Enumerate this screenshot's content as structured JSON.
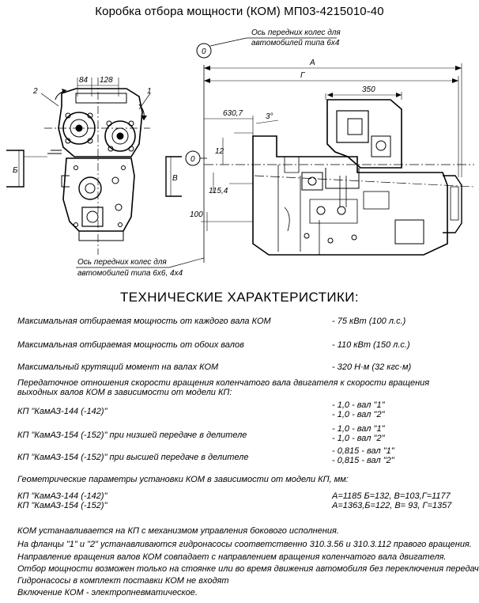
{
  "title": "Коробка отбора мощности (КОМ) МП03-4215010-40",
  "drawing": {
    "label_top": "Ось передних колес для",
    "label_top2": "автомобилей типа 6х4",
    "label_bottom": "Ось передних колес для",
    "label_bottom2": "автомобилей типа 6х6, 4х4",
    "dims": {
      "d84": "84",
      "d128": "128",
      "d2": "2",
      "d1": "1",
      "dB": "Б",
      "dV": "В",
      "dA": "А",
      "dG": "Г",
      "d350": "350",
      "d630": "630,7",
      "d3": "3°",
      "d12": "12",
      "d115": "115,4",
      "d100": "100",
      "d0a": "0",
      "d0b": "0"
    }
  },
  "heading": "ТЕХНИЧЕСКИЕ ХАРАКТЕРИСТИКИ:",
  "specs": {
    "s1_label": "Максимальная отбираемая мощность от каждого вала КОМ",
    "s1_value": "-  75 кВт (100 л.с.)",
    "s2_label": "Максимальная отбираемая мощность от обоих валов",
    "s2_value": "- 110 кВт (150 л.с.)",
    "s3_label": "Максимальный крутящий момент на валах КОМ",
    "s3_value": "- 320 Н·м (32 кгс·м)",
    "ratio_line1": "Передаточное отношения скорости вращения колен­чатого вала двигателя к скорости вращения",
    "ratio_line2": "выходных валов КОМ в зависимости от модели КП:",
    "kp1_label": "КП \"КамАЗ-144 (-142)\"",
    "kp1_v1": "- 1,0    - вал \"1\"",
    "kp1_v2": "- 1,0    - вал \"2\"",
    "kp2_label": "КП \"КамАЗ-154 (-152)\" при низшей передаче в делителе",
    "kp2_v1": "- 1,0    - вал \"1\"",
    "kp2_v2": "- 1,0    - вал \"2\"",
    "kp3_label": "КП \"КамАЗ-154 (-152)\" при  высшей передаче в делителе",
    "kp3_v1": "- 0,815 - вал \"1\"",
    "kp3_v2": "- 0,815 - вал \"2\"",
    "geo_label": "Геометрические параметры установки КОМ в зависимости от модели КП, мм:",
    "geo1_label": "КП \"КамАЗ-144 (-142)\"",
    "geo1_value": "А=1185 Б=132, В=103,Г=1177",
    "geo2_label": "КП \"КамАЗ-154 (-152)\"",
    "geo2_value": "А=1363,Б=122, В= 93, Г=1357"
  },
  "notes": {
    "n1": "КОМ устанавливается на КП  с механизмом управления бокового исполнения.",
    "n2": "На фланцы \"1\" и \"2\" устанавливаются гидронасосы соответственно 310.3.56 и 310.3.112 правого вращения.",
    "n3": "Направление вращения валов  КОМ совпадает с направлением вращения коленчатого вала двигателя.",
    "n4": "Отбор мощности возможен только на стоянке или во время движения автомобиля без переключения передач.",
    "n5": "Гидронасосы в комплект поставки  КОМ  не входят",
    "n6": "Включение КОМ - электропневматическое."
  }
}
